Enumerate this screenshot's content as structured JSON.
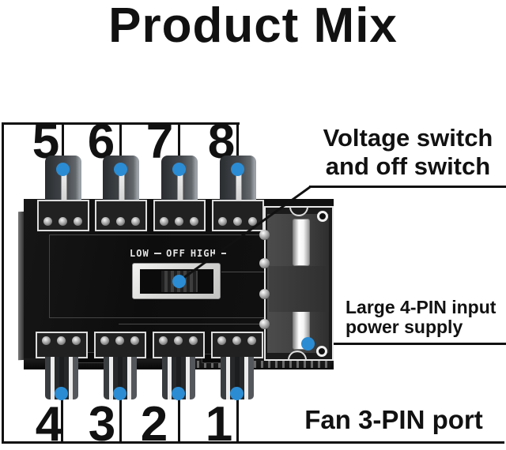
{
  "title": "Product Mix",
  "labels": {
    "voltage_switch_line1": "Voltage switch",
    "voltage_switch_line2": "and off switch",
    "power_input_line1": "Large 4-PIN input",
    "power_input_line2": "power supply",
    "fan_port": "Fan 3-PIN port"
  },
  "pcb": {
    "switch_markings": {
      "low": "LOW",
      "off": "OFF",
      "high": "HIGH"
    }
  },
  "ports": {
    "top": [
      {
        "number": "5"
      },
      {
        "number": "6"
      },
      {
        "number": "7"
      },
      {
        "number": "8"
      }
    ],
    "bottom": [
      {
        "number": "4"
      },
      {
        "number": "3"
      },
      {
        "number": "2"
      },
      {
        "number": "1"
      }
    ]
  },
  "colors": {
    "marker_blue": "#2b8cd3",
    "annotation_black": "#111111",
    "pcb_black": "#101010"
  }
}
